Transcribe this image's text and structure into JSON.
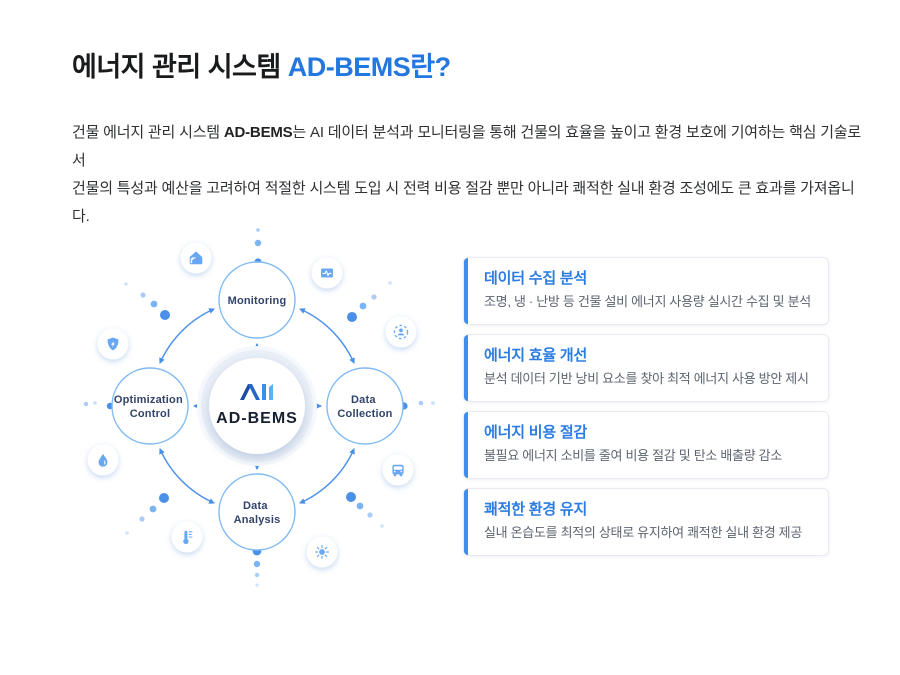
{
  "header": {
    "title_prefix": "에너지 관리 시스템 ",
    "title_highlight": "AD-BEMS란?",
    "desc_pre": "건물 에너지 관리 시스템 ",
    "desc_bold": "AD-BEMS",
    "desc_line1_rest": "는 AI 데이터 분석과 모니터링을 통해 건물의 효율을 높이고 환경 보호에 기여하는 핵심 기술로서",
    "desc_line2": "건물의 특성과 예산을 고려하여 적절한 시스템 도입 시 전력 비용 절감 뿐만 아니라 쾌적한 실내 환경 조성에도 큰 효과를 가져옵니다."
  },
  "diagram": {
    "center": {
      "label": "AD-BEMS"
    },
    "nodes": [
      {
        "id": "monitoring",
        "lines": [
          "Monitoring",
          ""
        ]
      },
      {
        "id": "data-collection",
        "lines": [
          "Data",
          "Collection"
        ]
      },
      {
        "id": "data-analysis",
        "lines": [
          "Data",
          "Analysis"
        ]
      },
      {
        "id": "optimization-control",
        "lines": [
          "Optimization",
          "Control"
        ]
      }
    ],
    "icons": [
      "smart-home-icon",
      "pulse-chart-icon",
      "shield-energy-icon",
      "person-scan-icon",
      "water-drop-icon",
      "bus-icon",
      "thermometer-icon",
      "sun-icon"
    ]
  },
  "cards": [
    {
      "title": "데이터 수집 분석",
      "description": "조명, 냉 · 난방 등 건물 설비 에너지 사용량 실시간 수집 및 분석"
    },
    {
      "title": "에너지 효율 개선",
      "description": "분석 데이터 기반 낭비 요소를 찾아 최적 에너지 사용 방안 제시"
    },
    {
      "title": "에너지 비용 절감",
      "description": "불필요 에너지 소비를 줄여 비용 절감 및 탄소 배출량 감소"
    },
    {
      "title": "쾌적한 환경 유지",
      "description": "실내 온습도를 최적의 상태로 유지하여 쾌적한 실내 환경 제공"
    }
  ],
  "colors": {
    "title_highlight": "#2277e0",
    "card_title": "#2b7ce2",
    "card_accent": "#3e8ef0",
    "card_border": "#e7eaf0",
    "arrow_blue": "#4a90e8",
    "node_stroke": "#7fb9f3",
    "icon_blue": "#69a8f0",
    "label_navy": "#32446a",
    "text_dark": "#181a1c",
    "text_gray": "#5d6570"
  }
}
